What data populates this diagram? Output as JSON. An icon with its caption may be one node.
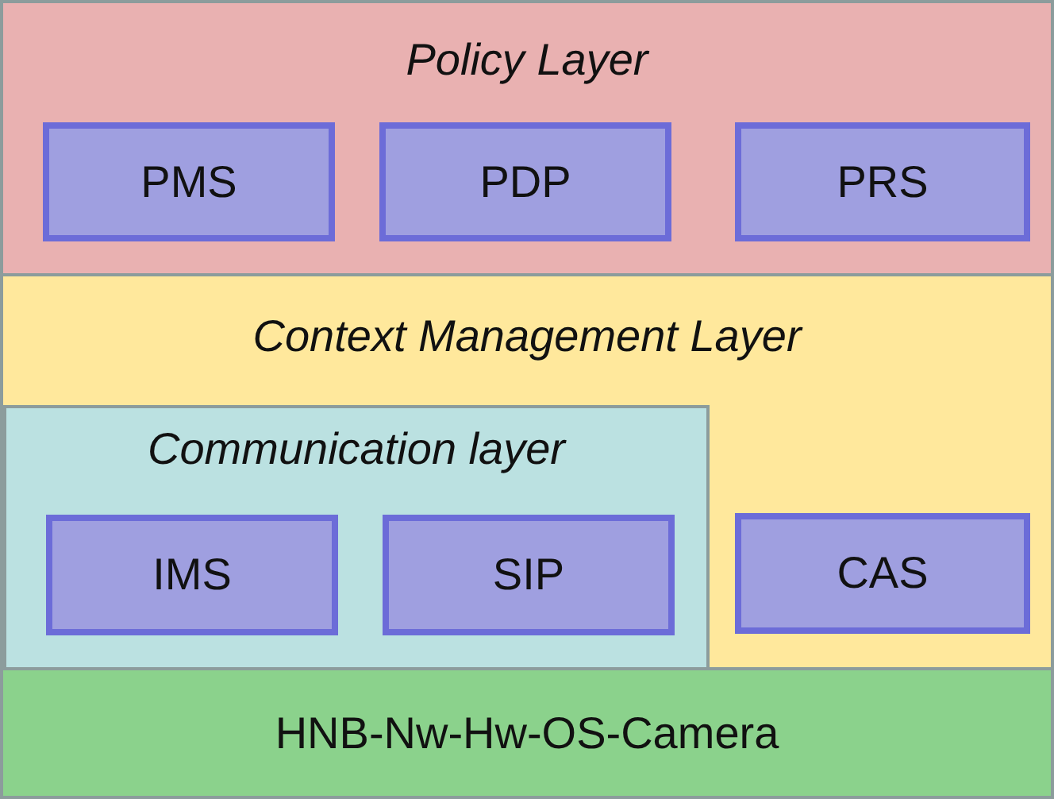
{
  "diagram": {
    "nodes": [
      {
        "text": [
          "Policy Layer"
        ]
      },
      {
        "text": [
          "PMS"
        ],
        "in": 0
      },
      {
        "text": [
          "PDP"
        ],
        "in": 0
      },
      {
        "text": [
          "PRS"
        ],
        "in": 0
      },
      {
        "text": [
          "Context Management Layer"
        ]
      },
      {
        "text": [
          "Communication layer"
        ],
        "in": 4
      },
      {
        "text": [
          "IMS"
        ],
        "in": 5
      },
      {
        "text": [
          "SIP"
        ],
        "in": 5
      },
      {
        "text": [
          "CAS"
        ],
        "in": 4
      },
      {
        "text": [
          "HNB-Nw-Hw-OS-Camera"
        ]
      }
    ],
    "edges": []
  }
}
